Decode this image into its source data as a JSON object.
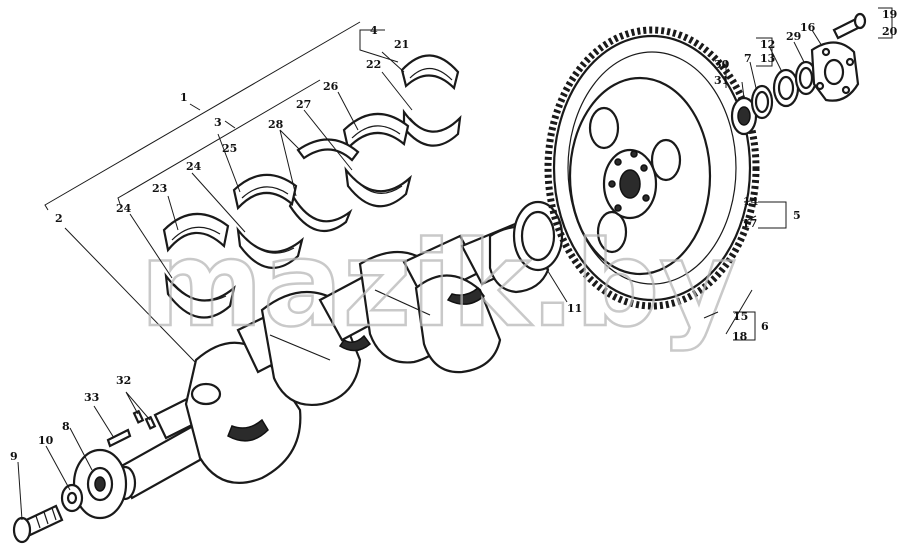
{
  "watermark": "mazik.by",
  "callouts": [
    {
      "id": "c1",
      "text": "1"
    },
    {
      "id": "c2",
      "text": "2"
    },
    {
      "id": "c3",
      "text": "3"
    },
    {
      "id": "c4",
      "text": "4"
    },
    {
      "id": "c5",
      "text": "5"
    },
    {
      "id": "c6",
      "text": "6"
    },
    {
      "id": "c7",
      "text": "7"
    },
    {
      "id": "c8",
      "text": "8"
    },
    {
      "id": "c9",
      "text": "9"
    },
    {
      "id": "c10",
      "text": "10"
    },
    {
      "id": "c11",
      "text": "11"
    },
    {
      "id": "c12",
      "text": "12"
    },
    {
      "id": "c13",
      "text": "13"
    },
    {
      "id": "c14",
      "text": "14"
    },
    {
      "id": "c15",
      "text": "15"
    },
    {
      "id": "c16",
      "text": "16"
    },
    {
      "id": "c17",
      "text": "17"
    },
    {
      "id": "c18",
      "text": "18"
    },
    {
      "id": "c19",
      "text": "19"
    },
    {
      "id": "c20",
      "text": "20"
    },
    {
      "id": "c21",
      "text": "21"
    },
    {
      "id": "c22",
      "text": "22"
    },
    {
      "id": "c23",
      "text": "23"
    },
    {
      "id": "c24a",
      "text": "24"
    },
    {
      "id": "c24b",
      "text": "24"
    },
    {
      "id": "c25",
      "text": "25"
    },
    {
      "id": "c26",
      "text": "26"
    },
    {
      "id": "c27",
      "text": "27"
    },
    {
      "id": "c28",
      "text": "28"
    },
    {
      "id": "c29",
      "text": "29"
    },
    {
      "id": "c30",
      "text": "30"
    },
    {
      "id": "c31",
      "text": "31"
    },
    {
      "id": "c32",
      "text": "32"
    },
    {
      "id": "c33",
      "text": "33"
    }
  ]
}
